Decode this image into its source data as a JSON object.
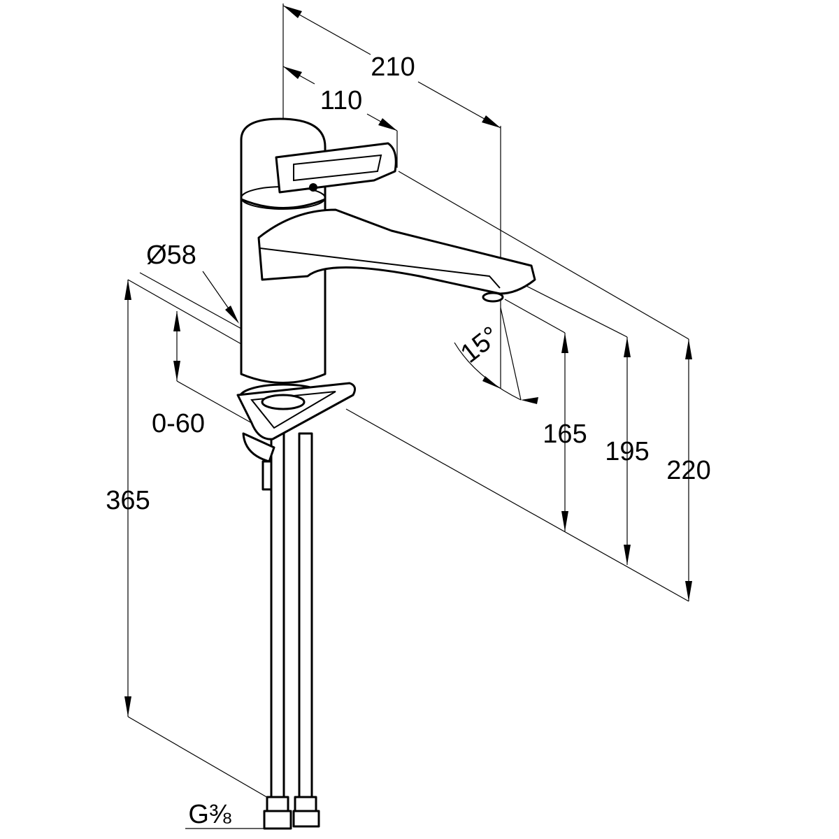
{
  "drawing": {
    "title": "Faucet dimensional drawing",
    "units": "mm",
    "dimensions": {
      "reach_total": "210",
      "reach_handle": "110",
      "body_diameter": "Ø58",
      "deck_thickness": "0-60",
      "total_height_below": "365",
      "spout_angle": "15°",
      "outlet_height": "165",
      "spout_top_height": "195",
      "overall_height": "220",
      "connection_thread": "G⅜"
    },
    "colors": {
      "line": "#000000",
      "background": "#ffffff"
    }
  }
}
